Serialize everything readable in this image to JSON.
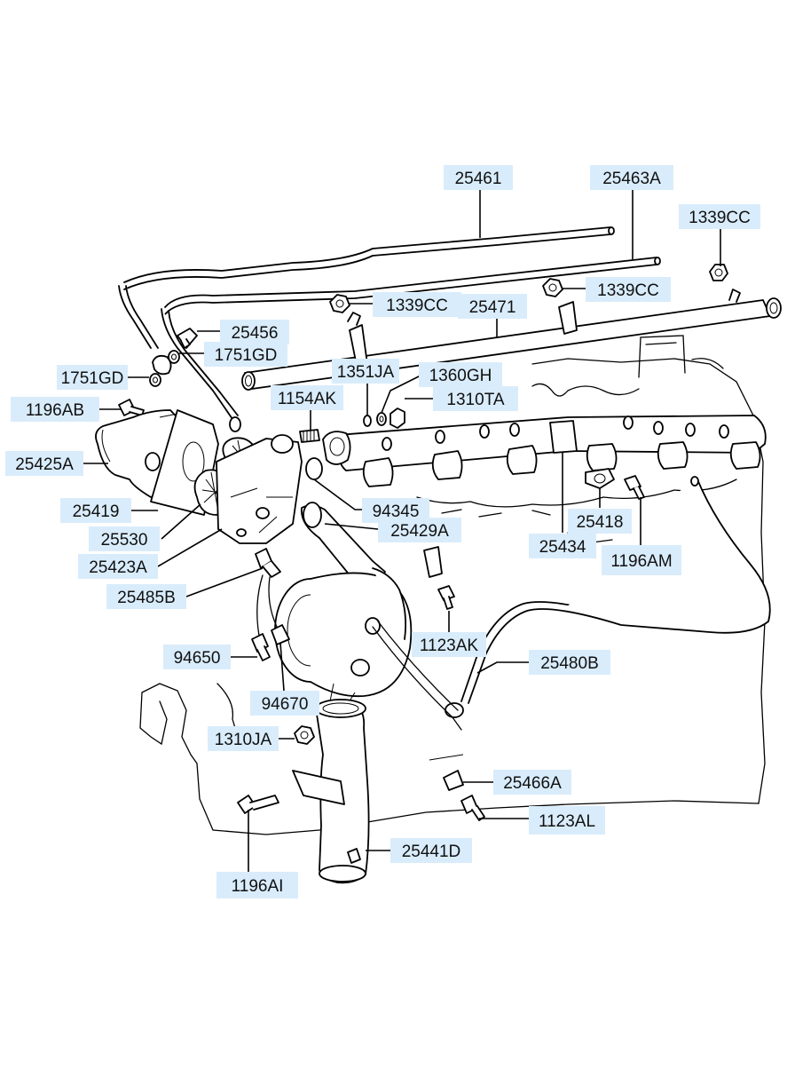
{
  "labels": [
    {
      "id": "p25461",
      "text": "25461"
    },
    {
      "id": "p25463A",
      "text": "25463A"
    },
    {
      "id": "p1339CC_a",
      "text": "1339CC"
    },
    {
      "id": "p1339CC_b",
      "text": "1339CC"
    },
    {
      "id": "p1339CC_c",
      "text": "1339CC"
    },
    {
      "id": "p25471",
      "text": "25471"
    },
    {
      "id": "p25456",
      "text": "25456"
    },
    {
      "id": "p1751GD_a",
      "text": "1751GD"
    },
    {
      "id": "p1751GD_b",
      "text": "1751GD"
    },
    {
      "id": "p1351JA",
      "text": "1351JA"
    },
    {
      "id": "p1360GH",
      "text": "1360GH"
    },
    {
      "id": "p1310TA",
      "text": "1310TA"
    },
    {
      "id": "p1154AK",
      "text": "1154AK"
    },
    {
      "id": "p1196AB",
      "text": "1196AB"
    },
    {
      "id": "p25425A",
      "text": "25425A"
    },
    {
      "id": "p25419",
      "text": "25419"
    },
    {
      "id": "p25530",
      "text": "25530"
    },
    {
      "id": "p25423A",
      "text": "25423A"
    },
    {
      "id": "p94345",
      "text": "94345"
    },
    {
      "id": "p25429A",
      "text": "25429A"
    },
    {
      "id": "p25418",
      "text": "25418"
    },
    {
      "id": "p25434",
      "text": "25434"
    },
    {
      "id": "p1196AM",
      "text": "1196AM"
    },
    {
      "id": "p25485B",
      "text": "25485B"
    },
    {
      "id": "p1123AK",
      "text": "1123AK"
    },
    {
      "id": "p94650",
      "text": "94650"
    },
    {
      "id": "p25480B",
      "text": "25480B"
    },
    {
      "id": "p94670",
      "text": "94670"
    },
    {
      "id": "p1310JA",
      "text": "1310JA"
    },
    {
      "id": "p25466A",
      "text": "25466A"
    },
    {
      "id": "p1123AL",
      "text": "1123AL"
    },
    {
      "id": "p25441D",
      "text": "25441D"
    },
    {
      "id": "p1196AI",
      "text": "1196AI"
    }
  ]
}
